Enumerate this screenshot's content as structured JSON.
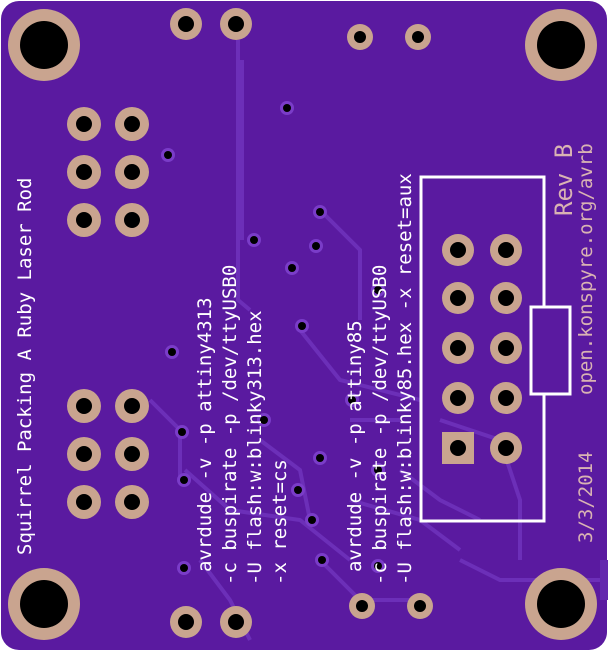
{
  "colors": {
    "board": "#5a1aa0",
    "copper_trace": "#6a2cb4",
    "pad_copper": "#c9a48f",
    "silkscreen_white": "#ffffff",
    "silkscreen_pink": "#d9b3b3",
    "drill": "#000000"
  },
  "silkscreen": {
    "title": "Squirrel Packing A Ruby Laser Rod",
    "cmd1_line1": "avrdude -v -p attiny4313",
    "cmd1_line2": "-c buspirate -p /dev/ttyUSB0",
    "cmd1_line3": "-U flash:w:blinky313.hex",
    "cmd1_line4": "-x reset=cs",
    "cmd2_line1": "avrdude -v -p attiny85",
    "cmd2_line2": "-c buspirate -p /dev/ttyUSB0",
    "cmd2_line3": "-U flash:w:blinky85.hex -x reset=aux",
    "revision": "Rev B",
    "url": "open.konspyre.org/avrb",
    "date": "3/3/2014"
  }
}
